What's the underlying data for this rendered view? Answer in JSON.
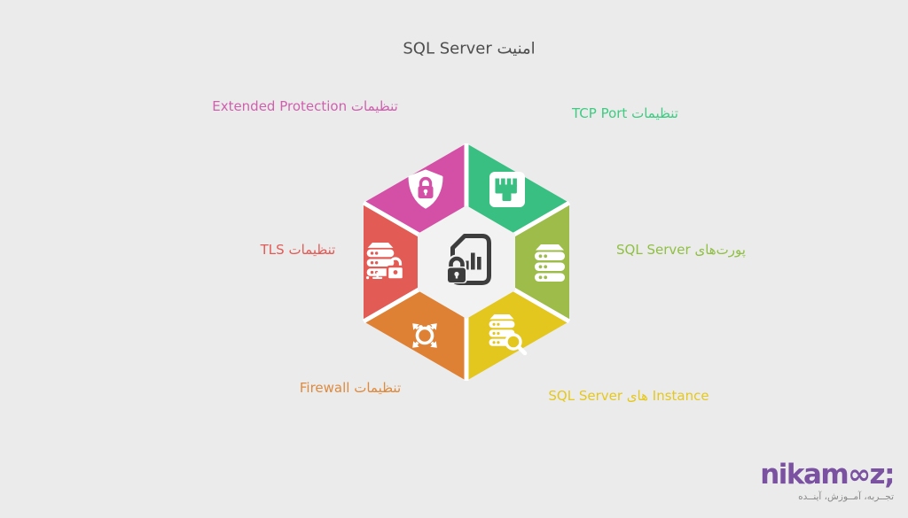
{
  "background": "#ebebeb",
  "title": {
    "text": "امنیت SQL Server",
    "color": "#4e4e4e"
  },
  "hexagon": {
    "gap_color": "#ffffff",
    "center_fill": "#f2f2f2",
    "center_icon": "secure-report-document-icon",
    "center_icon_color": "#3d3d3d",
    "segments": [
      {
        "name": "extended-protection",
        "position": "top-left",
        "label": "تنظیمات Extended Protection",
        "segment_color": "#d44fa6",
        "label_color": "#d05fae",
        "icon": "shield-lock-icon"
      },
      {
        "name": "tcp-port",
        "position": "top-right",
        "label": "تنظیمات TCP Port",
        "segment_color": "#38bf81",
        "label_color": "#3dcc82",
        "icon": "ethernet-port-icon"
      },
      {
        "name": "sql-server-ports",
        "position": "right",
        "label": "پورت‌های SQL Server",
        "segment_color": "#9dbc49",
        "label_color": "#8fc043",
        "icon": "server-stack-icon"
      },
      {
        "name": "sql-server-instances",
        "position": "bottom-right",
        "label": "Instance های SQL Server",
        "segment_color": "#e3c71f",
        "label_color": "#e5c81d",
        "icon": "database-search-icon"
      },
      {
        "name": "firewall",
        "position": "bottom-left",
        "label": "تنظیمات Firewall",
        "segment_color": "#de8134",
        "label_color": "#de8a3e",
        "icon": "network-threat-icon"
      },
      {
        "name": "tls",
        "position": "left",
        "label": "تنظیمات TLS",
        "segment_color": "#e25b55",
        "label_color": "#e25a55",
        "icon": "database-lock-icon"
      }
    ]
  },
  "logo": {
    "brand": "nikamooz;",
    "brand_display": "nikam∞z;",
    "brand_color": "#7b51a1",
    "tagline": "تجــربه، آمــوزش، آینــده",
    "tagline_color": "#8a8a8a"
  }
}
